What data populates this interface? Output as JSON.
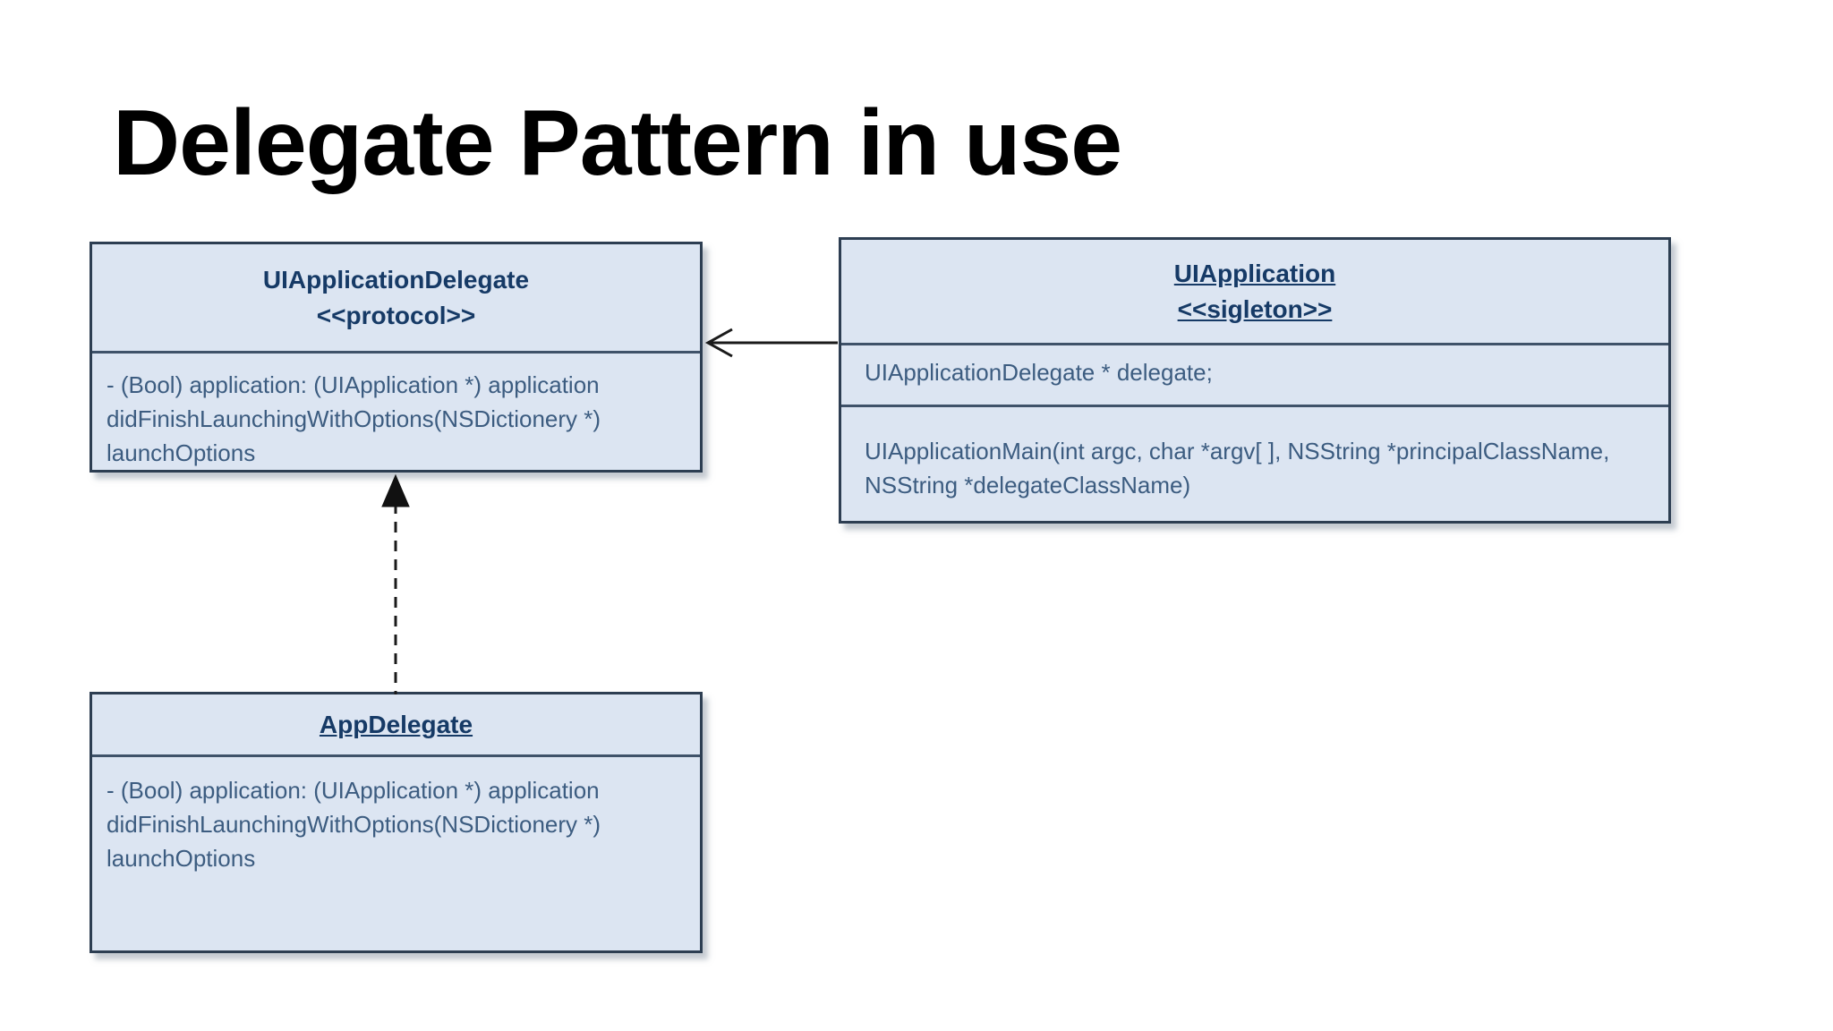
{
  "slide": {
    "title": "Delegate Pattern in use"
  },
  "colors": {
    "background": "#ffffff",
    "box_fill": "#dce5f2",
    "box_border": "#2d3e52",
    "header_text": "#163a66",
    "body_text": "#3c5c80",
    "arrow": "#1a1a1a"
  },
  "diagram": {
    "boxes": [
      {
        "id": "uiapplicationdelegate",
        "title": "UIApplicationDelegate",
        "stereotype": "<<protocol>>",
        "title_underlined": false,
        "methods": [
          "- (Bool) application: (UIApplication *) application",
          "didFinishLaunchingWithOptions(NSDictionery *)",
          "launchOptions"
        ]
      },
      {
        "id": "uiapplication",
        "title": "UIApplication",
        "stereotype": "<<sigleton>>",
        "title_underlined": true,
        "fields": [
          "UIApplicationDelegate * delegate;"
        ],
        "methods": [
          "UIApplicationMain(int argc, char *argv[ ], NSString *principalClassName,",
          "NSString *delegateClassName)"
        ]
      },
      {
        "id": "appdelegate",
        "title": "AppDelegate",
        "stereotype": "",
        "title_underlined": true,
        "methods": [
          "- (Bool) application: (UIApplication *) application",
          "didFinishLaunchingWithOptions(NSDictionery *)",
          "launchOptions"
        ]
      }
    ],
    "relations": [
      {
        "from": "UIApplication",
        "to": "UIApplicationDelegate",
        "line": "solid",
        "head": "open-arrow"
      },
      {
        "from": "AppDelegate",
        "to": "UIApplicationDelegate",
        "line": "dashed",
        "head": "filled-triangle"
      }
    ]
  }
}
